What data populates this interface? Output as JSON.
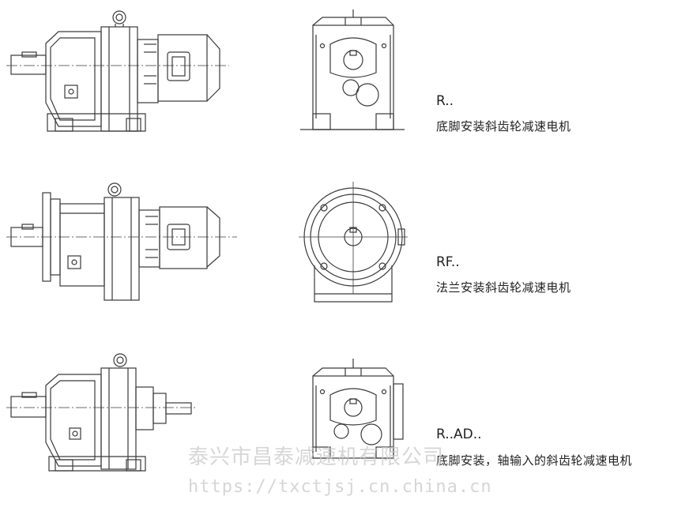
{
  "rows": [
    {
      "code": "R..",
      "desc": "底脚安装斜齿轮减速电机"
    },
    {
      "code": "RF..",
      "desc": "法兰安装斜齿轮减速电机"
    },
    {
      "code": "R..AD..",
      "desc": "底脚安装，轴输入的斜齿轮减速电机"
    }
  ],
  "watermark": {
    "line1": "泰兴市昌泰减速机有限公司",
    "line2": "https://txctjsj.cn.china.cn"
  },
  "colors": {
    "line": "#3a3a3a",
    "watermark": "#c9c9c9"
  }
}
